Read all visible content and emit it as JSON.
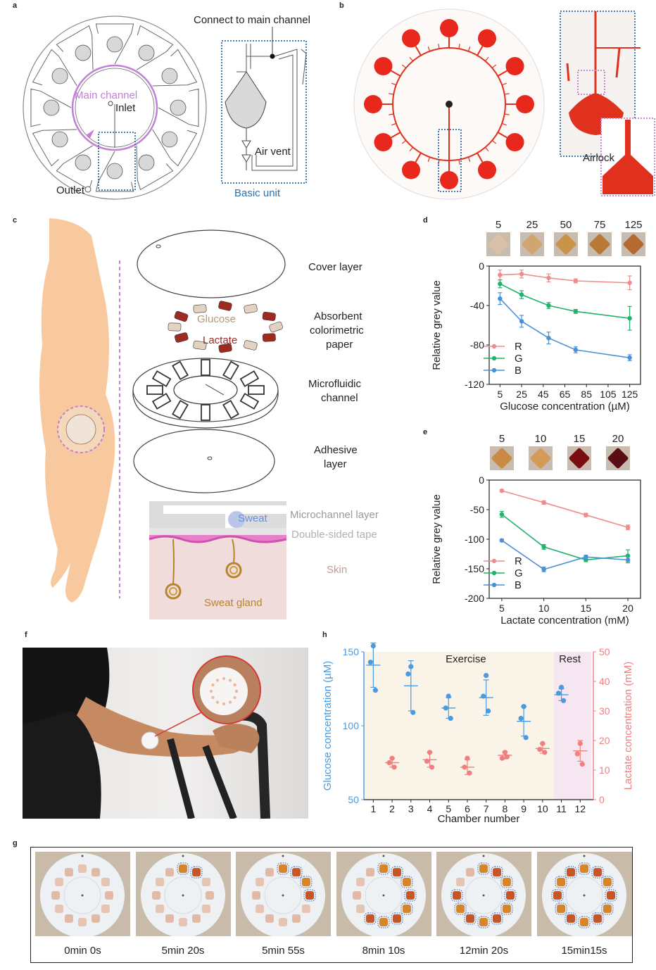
{
  "panels": {
    "a": "a",
    "b": "b",
    "c": "c",
    "d": "d",
    "e": "e",
    "f": "f",
    "g": "g",
    "h": "h"
  },
  "panel_a": {
    "main_channel": "Main channel",
    "inlet": "Inlet",
    "outlet": "Outlet",
    "connect": "Connect to main channel",
    "air_vent": "Air vent",
    "basic_unit": "Basic unit"
  },
  "panel_b": {
    "airlock": "Airlock"
  },
  "panel_c": {
    "cover_layer": "Cover layer",
    "absorbent_1": "Absorbent",
    "absorbent_2": "colorimetric",
    "absorbent_3": "paper",
    "glucose": "Glucose",
    "lactate": "Lactate",
    "microfluidic_1": "Microfluidic",
    "microfluidic_2": "channel",
    "adhesive_1": "Adhesive",
    "adhesive_2": "layer",
    "microchannel_layer": "Microchannel layer",
    "sweat": "Sweat",
    "double_tape": "Double-sided tape",
    "skin": "Skin",
    "sweat_gland": "Sweat gland"
  },
  "colors": {
    "R": "#f08c8c",
    "G": "#1fb36b",
    "B": "#4a90d9",
    "glucose_axis": "#4a9ae0",
    "lactate_axis": "#f08080",
    "exercise_bg": "#faf3e8",
    "rest_bg": "#f6e6f2",
    "purple": "#c27fd6",
    "blue_dotted": "#2d6fa8"
  },
  "chart_data": [
    {
      "id": "d",
      "type": "line",
      "swatch_labels": [
        "5",
        "25",
        "50",
        "75",
        "125"
      ],
      "xlabel": "Glucose concentration (µM)",
      "ylabel": "Relative grey value",
      "xlim": [
        -5,
        135
      ],
      "ylim": [
        -120,
        0
      ],
      "xticks": [
        5,
        25,
        45,
        65,
        85,
        105,
        125
      ],
      "yticks": [
        0,
        -40,
        -80,
        -120
      ],
      "x": [
        5,
        25,
        50,
        75,
        125
      ],
      "series": [
        {
          "name": "R",
          "values": [
            -9,
            -8,
            -12,
            -15,
            -17
          ],
          "err": [
            5,
            4,
            4,
            2,
            7
          ]
        },
        {
          "name": "G",
          "values": [
            -18,
            -29,
            -40,
            -46,
            -53
          ],
          "err": [
            4,
            4,
            3,
            2,
            12
          ]
        },
        {
          "name": "B",
          "values": [
            -33,
            -56,
            -73,
            -85,
            -93
          ],
          "err": [
            6,
            6,
            6,
            3,
            3
          ]
        }
      ]
    },
    {
      "id": "e",
      "type": "line",
      "swatch_labels": [
        "5",
        "10",
        "15",
        "20"
      ],
      "xlabel": "Lactate concentration (mM)",
      "ylabel": "Relative grey value",
      "xlim": [
        3.5,
        21.5
      ],
      "ylim": [
        -200,
        0
      ],
      "xticks": [
        5,
        10,
        15,
        20
      ],
      "yticks": [
        0,
        -50,
        -100,
        -150,
        -200
      ],
      "x": [
        5,
        10,
        15,
        20
      ],
      "series": [
        {
          "name": "R",
          "values": [
            -18,
            -38,
            -59,
            -80
          ],
          "err": [
            2,
            3,
            3,
            4
          ]
        },
        {
          "name": "G",
          "values": [
            -58,
            -113,
            -135,
            -128
          ],
          "err": [
            5,
            4,
            3,
            10
          ]
        },
        {
          "name": "B",
          "values": [
            -102,
            -151,
            -130,
            -135
          ],
          "err": [
            2,
            4,
            3,
            5
          ]
        }
      ]
    },
    {
      "id": "h",
      "type": "scatter",
      "xlabel": "Chamber number",
      "ylabel_left": "Glucose concentration (µM)",
      "ylabel_right": "Lactate concentration (mM)",
      "ylim_left": [
        50,
        150
      ],
      "ylim_right": [
        0,
        50
      ],
      "yticks_left": [
        50,
        100,
        150
      ],
      "yticks_right": [
        0,
        10,
        20,
        30,
        40,
        50
      ],
      "categories": [
        "1",
        "2",
        "3",
        "4",
        "5",
        "6",
        "7",
        "8",
        "9",
        "10",
        "11",
        "12"
      ],
      "regions": [
        {
          "label": "Exercise",
          "from": 0.5,
          "to": 10.6
        },
        {
          "label": "Rest",
          "from": 10.6,
          "to": 12.6
        }
      ],
      "glucose": [
        {
          "x": 1,
          "points": [
            154,
            143,
            124
          ],
          "mean": 141,
          "sd": 15
        },
        {
          "x": 3,
          "points": [
            140,
            135,
            109
          ],
          "mean": 127,
          "sd": 17
        },
        {
          "x": 5,
          "points": [
            120,
            112,
            105
          ],
          "mean": 112,
          "sd": 7
        },
        {
          "x": 7,
          "points": [
            134,
            120,
            110
          ],
          "mean": 119,
          "sd": 12
        },
        {
          "x": 9,
          "points": [
            113,
            105,
            92
          ],
          "mean": 103,
          "sd": 10
        },
        {
          "x": 11,
          "points": [
            126,
            122,
            117
          ],
          "mean": 121,
          "sd": 4
        }
      ],
      "lactate": [
        {
          "x": 2,
          "points": [
            14,
            12.5,
            11
          ],
          "mean": 12.5,
          "sd": 1.5
        },
        {
          "x": 4,
          "points": [
            16,
            13,
            11
          ],
          "mean": 13.5,
          "sd": 2.5
        },
        {
          "x": 6,
          "points": [
            14,
            11,
            9
          ],
          "mean": 11,
          "sd": 2.5
        },
        {
          "x": 8,
          "points": [
            16,
            14,
            14.5
          ],
          "mean": 15,
          "sd": 1.2
        },
        {
          "x": 10,
          "points": [
            19,
            17,
            16
          ],
          "mean": 17.3,
          "sd": 1.6
        },
        {
          "x": 12,
          "points": [
            19,
            15.5,
            12
          ],
          "mean": 16.5,
          "sd": 3.5
        }
      ]
    }
  ],
  "panel_g": {
    "timestamps": [
      "0min 0s",
      "5min 20s",
      "5min 55s",
      "8min 10s",
      "12min 20s",
      "15min15s"
    ],
    "filled": [
      0,
      2,
      4,
      8,
      10,
      12
    ]
  }
}
